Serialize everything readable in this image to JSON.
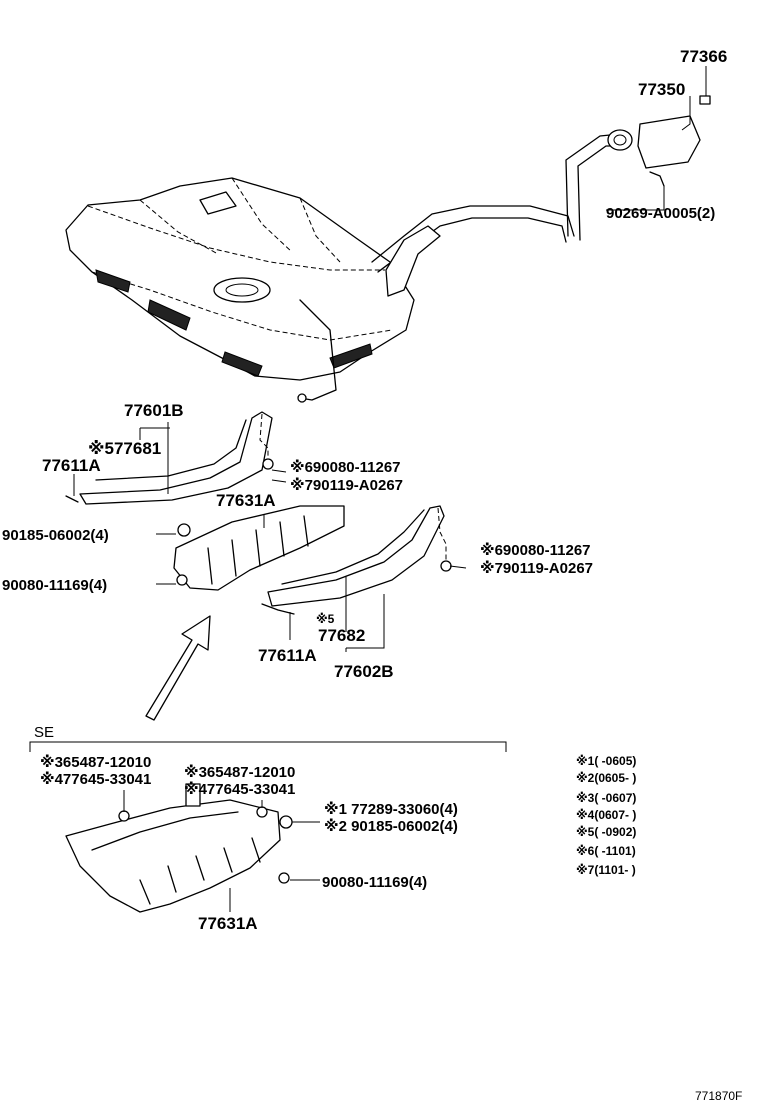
{
  "labels": {
    "p77366": "77366",
    "p77350": "77350",
    "p90269": "90269-A0005(2)",
    "p77601b": "77601B",
    "p77681": "※577681",
    "p77611a_1": "77611A",
    "p90080_11267_a": "※690080-11267",
    "p90119_a": "※790119-A0267",
    "p77631a_1": "77631A",
    "p90185_4": "90185-06002(4)",
    "p90080_11169_1": "90080-11169(4)",
    "p90080_11267_b": "※690080-11267",
    "p90119_b": "※790119-A0267",
    "p5": "※5",
    "p77682": "77682",
    "p77611a_2": "77611A",
    "p77602b": "77602B",
    "se": "SE",
    "se_365_a": "※365487-12010",
    "se_477_a": "※477645-33041",
    "se_365_b": "※365487-12010",
    "se_477_b": "※477645-33041",
    "se_77289": "※1 77289-33060(4)",
    "se_90185": "※2 90185-06002(4)",
    "se_90080": "90080-11169(4)",
    "se_77631a": "77631A"
  },
  "notes": [
    "※1(      -0605)",
    "※2(0605-      )",
    "※3(      -0607)",
    "※4(0607-      )",
    "※5(  -0902)",
    "※6(  -1101)",
    "※7(1101-  )"
  ],
  "diagram_code": "771870F"
}
